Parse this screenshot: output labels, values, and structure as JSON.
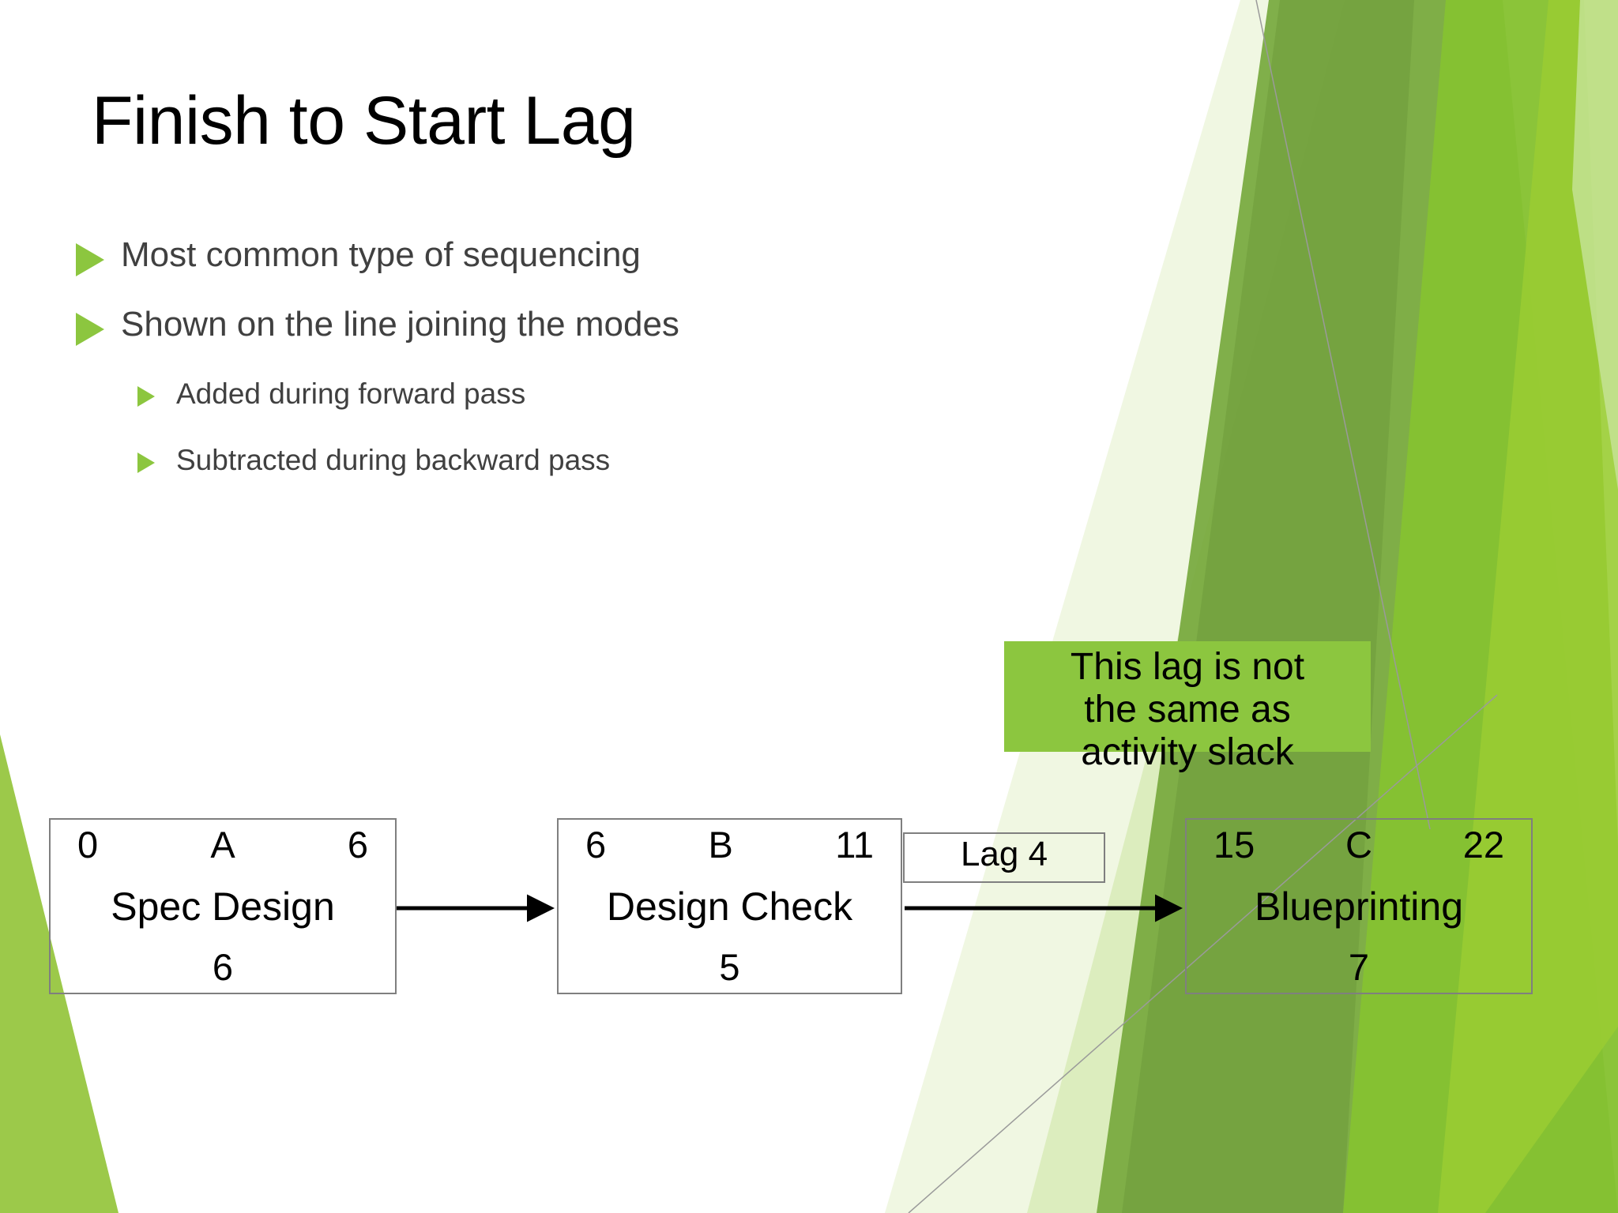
{
  "slide": {
    "title": "Finish to Start Lag",
    "background_color": "#FFFFFF",
    "accent_color": "#8CC63F"
  },
  "bullets": [
    {
      "level": 1,
      "text": "Most common type of sequencing",
      "marker": "green-triangle-bullet"
    },
    {
      "level": 1,
      "text": "Shown on the line joining the modes",
      "marker": "green-triangle-bullet"
    },
    {
      "level": 2,
      "text": "Added during forward pass",
      "marker": "green-triangle-bullet-small"
    },
    {
      "level": 2,
      "text": "Subtracted during backward pass",
      "marker": "green-triangle-bullet-small"
    }
  ],
  "callout": {
    "line1": "This lag is not",
    "line2": "the same as",
    "line3": "activity slack",
    "highlight_color": "#8CC63F"
  },
  "diagram": {
    "type": "activity-on-node-network",
    "nodes": [
      {
        "id": "A",
        "early_start": "0",
        "label": "A",
        "early_finish": "6",
        "name": "Spec Design",
        "duration": "6"
      },
      {
        "id": "B",
        "early_start": "6",
        "label": "B",
        "early_finish": "11",
        "name": "Design Check",
        "duration": "5"
      },
      {
        "id": "C",
        "early_start": "15",
        "label": "C",
        "early_finish": "22",
        "name": "Blueprinting",
        "duration": "7"
      }
    ],
    "links": [
      {
        "from": "A",
        "to": "B",
        "label": ""
      },
      {
        "from": "B",
        "to": "C",
        "label": "Lag 4"
      }
    ],
    "lag_label": "Lag 4"
  }
}
